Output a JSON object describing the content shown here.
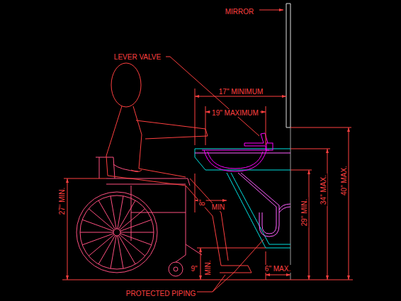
{
  "diagram": {
    "labels": [
      "MIRROR",
      "LEVER VALVE",
      "17\" MINIMUM",
      "19\" MAXIMUM",
      "27\" MIN.",
      "8\"",
      "MIN",
      "9\"",
      "MIN.",
      "6\" MAX.",
      "29\" MIN.",
      "34\" MAX.",
      "40\" MAX.",
      "PROTECTED PIPING"
    ]
  }
}
